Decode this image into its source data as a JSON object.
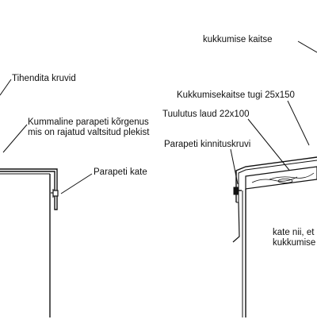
{
  "labels": {
    "sealed_screws": "Tihendita kruvid",
    "rubber_parapet_line1": "Kummaline parapeti kõrgenus",
    "rubber_parapet_line2": "mis on rajatud valtsitud plekist",
    "parapet_cap": "Parapeti kate",
    "fall_protection": "kukkumise kaitse",
    "fall_protection_support": "Kukkumisekaitse tugi 25x150",
    "vent_board": "Tuulutus laud 22x100",
    "parapet_fastening_screw": "Parapeti kinnituskruvi",
    "cover_note_line1": "kate nii, et o",
    "cover_note_line2": "kukkumise k"
  },
  "colors": {
    "stroke": "#111111",
    "background": "#ffffff"
  }
}
